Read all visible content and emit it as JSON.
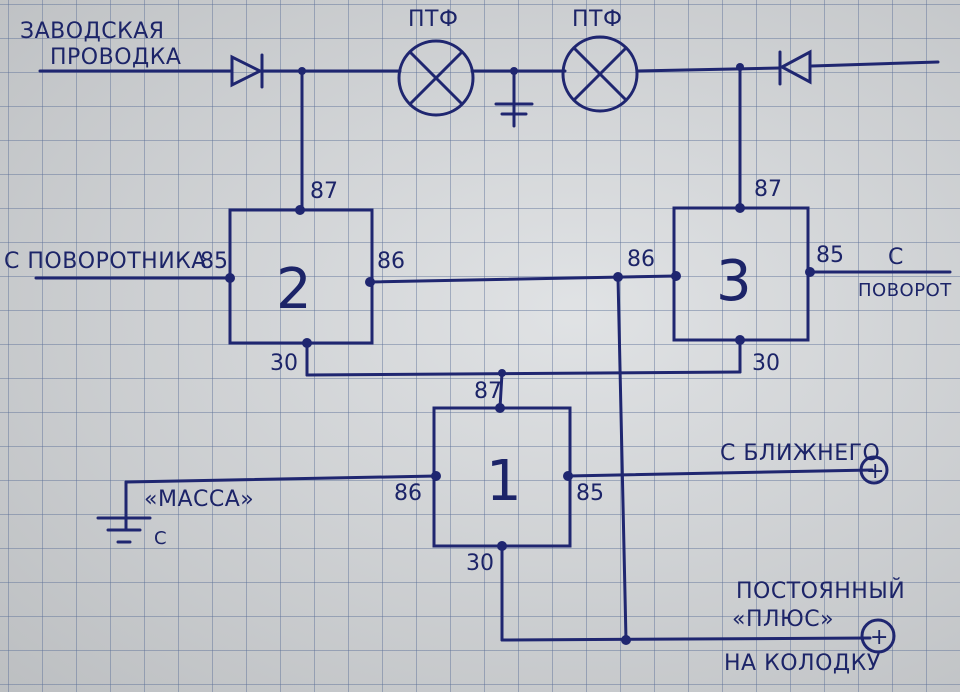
{
  "labels": {
    "factory_wiring_1": "ЗАВОДСКАЯ",
    "factory_wiring_2": "ПРОВОДКА",
    "fog_lamp_left": "ПТФ",
    "fog_lamp_right": "ПТФ",
    "from_turn_left": "С ПОВОРОТНИКА",
    "from_turn_right_1": "С",
    "from_turn_right_2": "ПОВОРОТ",
    "ground": "«МАССА»",
    "ground_c": "С",
    "from_low_beam": "С БЛИЖНЕГО",
    "constant_plus_1": "ПОСТОЯННЫЙ",
    "constant_plus_2": "«ПЛЮС»",
    "constant_plus_3": "НА КОЛОДКУ",
    "plus_sign": "+"
  },
  "relays": {
    "r1": {
      "number": "1",
      "pin_87": "87",
      "pin_86": "86",
      "pin_85": "85",
      "pin_30": "30"
    },
    "r2": {
      "number": "2",
      "pin_87": "87",
      "pin_86": "86",
      "pin_85": "85",
      "pin_30": "30"
    },
    "r3": {
      "number": "3",
      "pin_87": "87",
      "pin_86": "86",
      "pin_85": "85",
      "pin_30": "30"
    }
  },
  "colors": {
    "ink": "#1f2670",
    "paper": "#d6d9dc",
    "grid": "#5a6e96"
  }
}
